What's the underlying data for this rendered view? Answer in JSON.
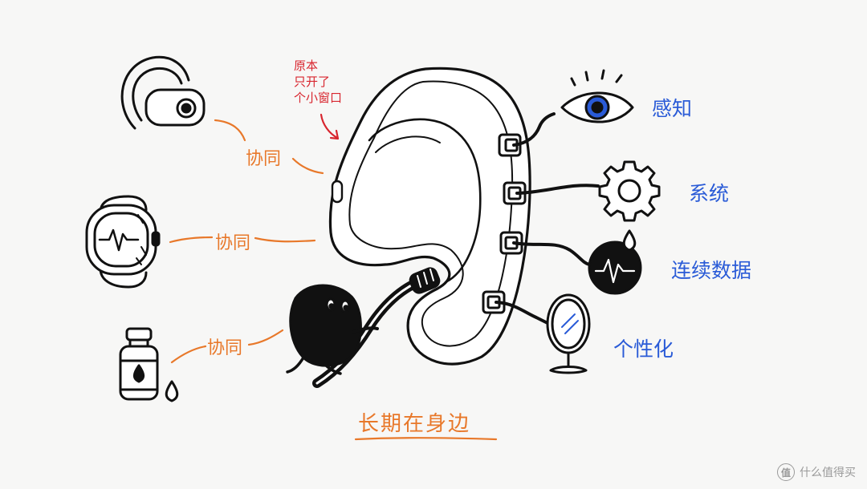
{
  "annotation": {
    "lines": [
      "原本",
      "只开了",
      "个小窗口"
    ]
  },
  "sync_labels": [
    "协同",
    "协同",
    "协同"
  ],
  "features": [
    "感知",
    "系统",
    "连续数据",
    "个性化"
  ],
  "footer_title": "长期在身边",
  "watermark": {
    "text": "什么值得买",
    "icon": "值"
  },
  "colors": {
    "orange": "#e8782a",
    "blue": "#2a5bd7",
    "red": "#d8262f",
    "ink": "#111111"
  },
  "icons": [
    "earbud-icon",
    "smartwatch-icon",
    "medicine-vial-icon",
    "eye-icon",
    "gear-icon",
    "heart-rate-drop-icon",
    "mirror-icon"
  ]
}
